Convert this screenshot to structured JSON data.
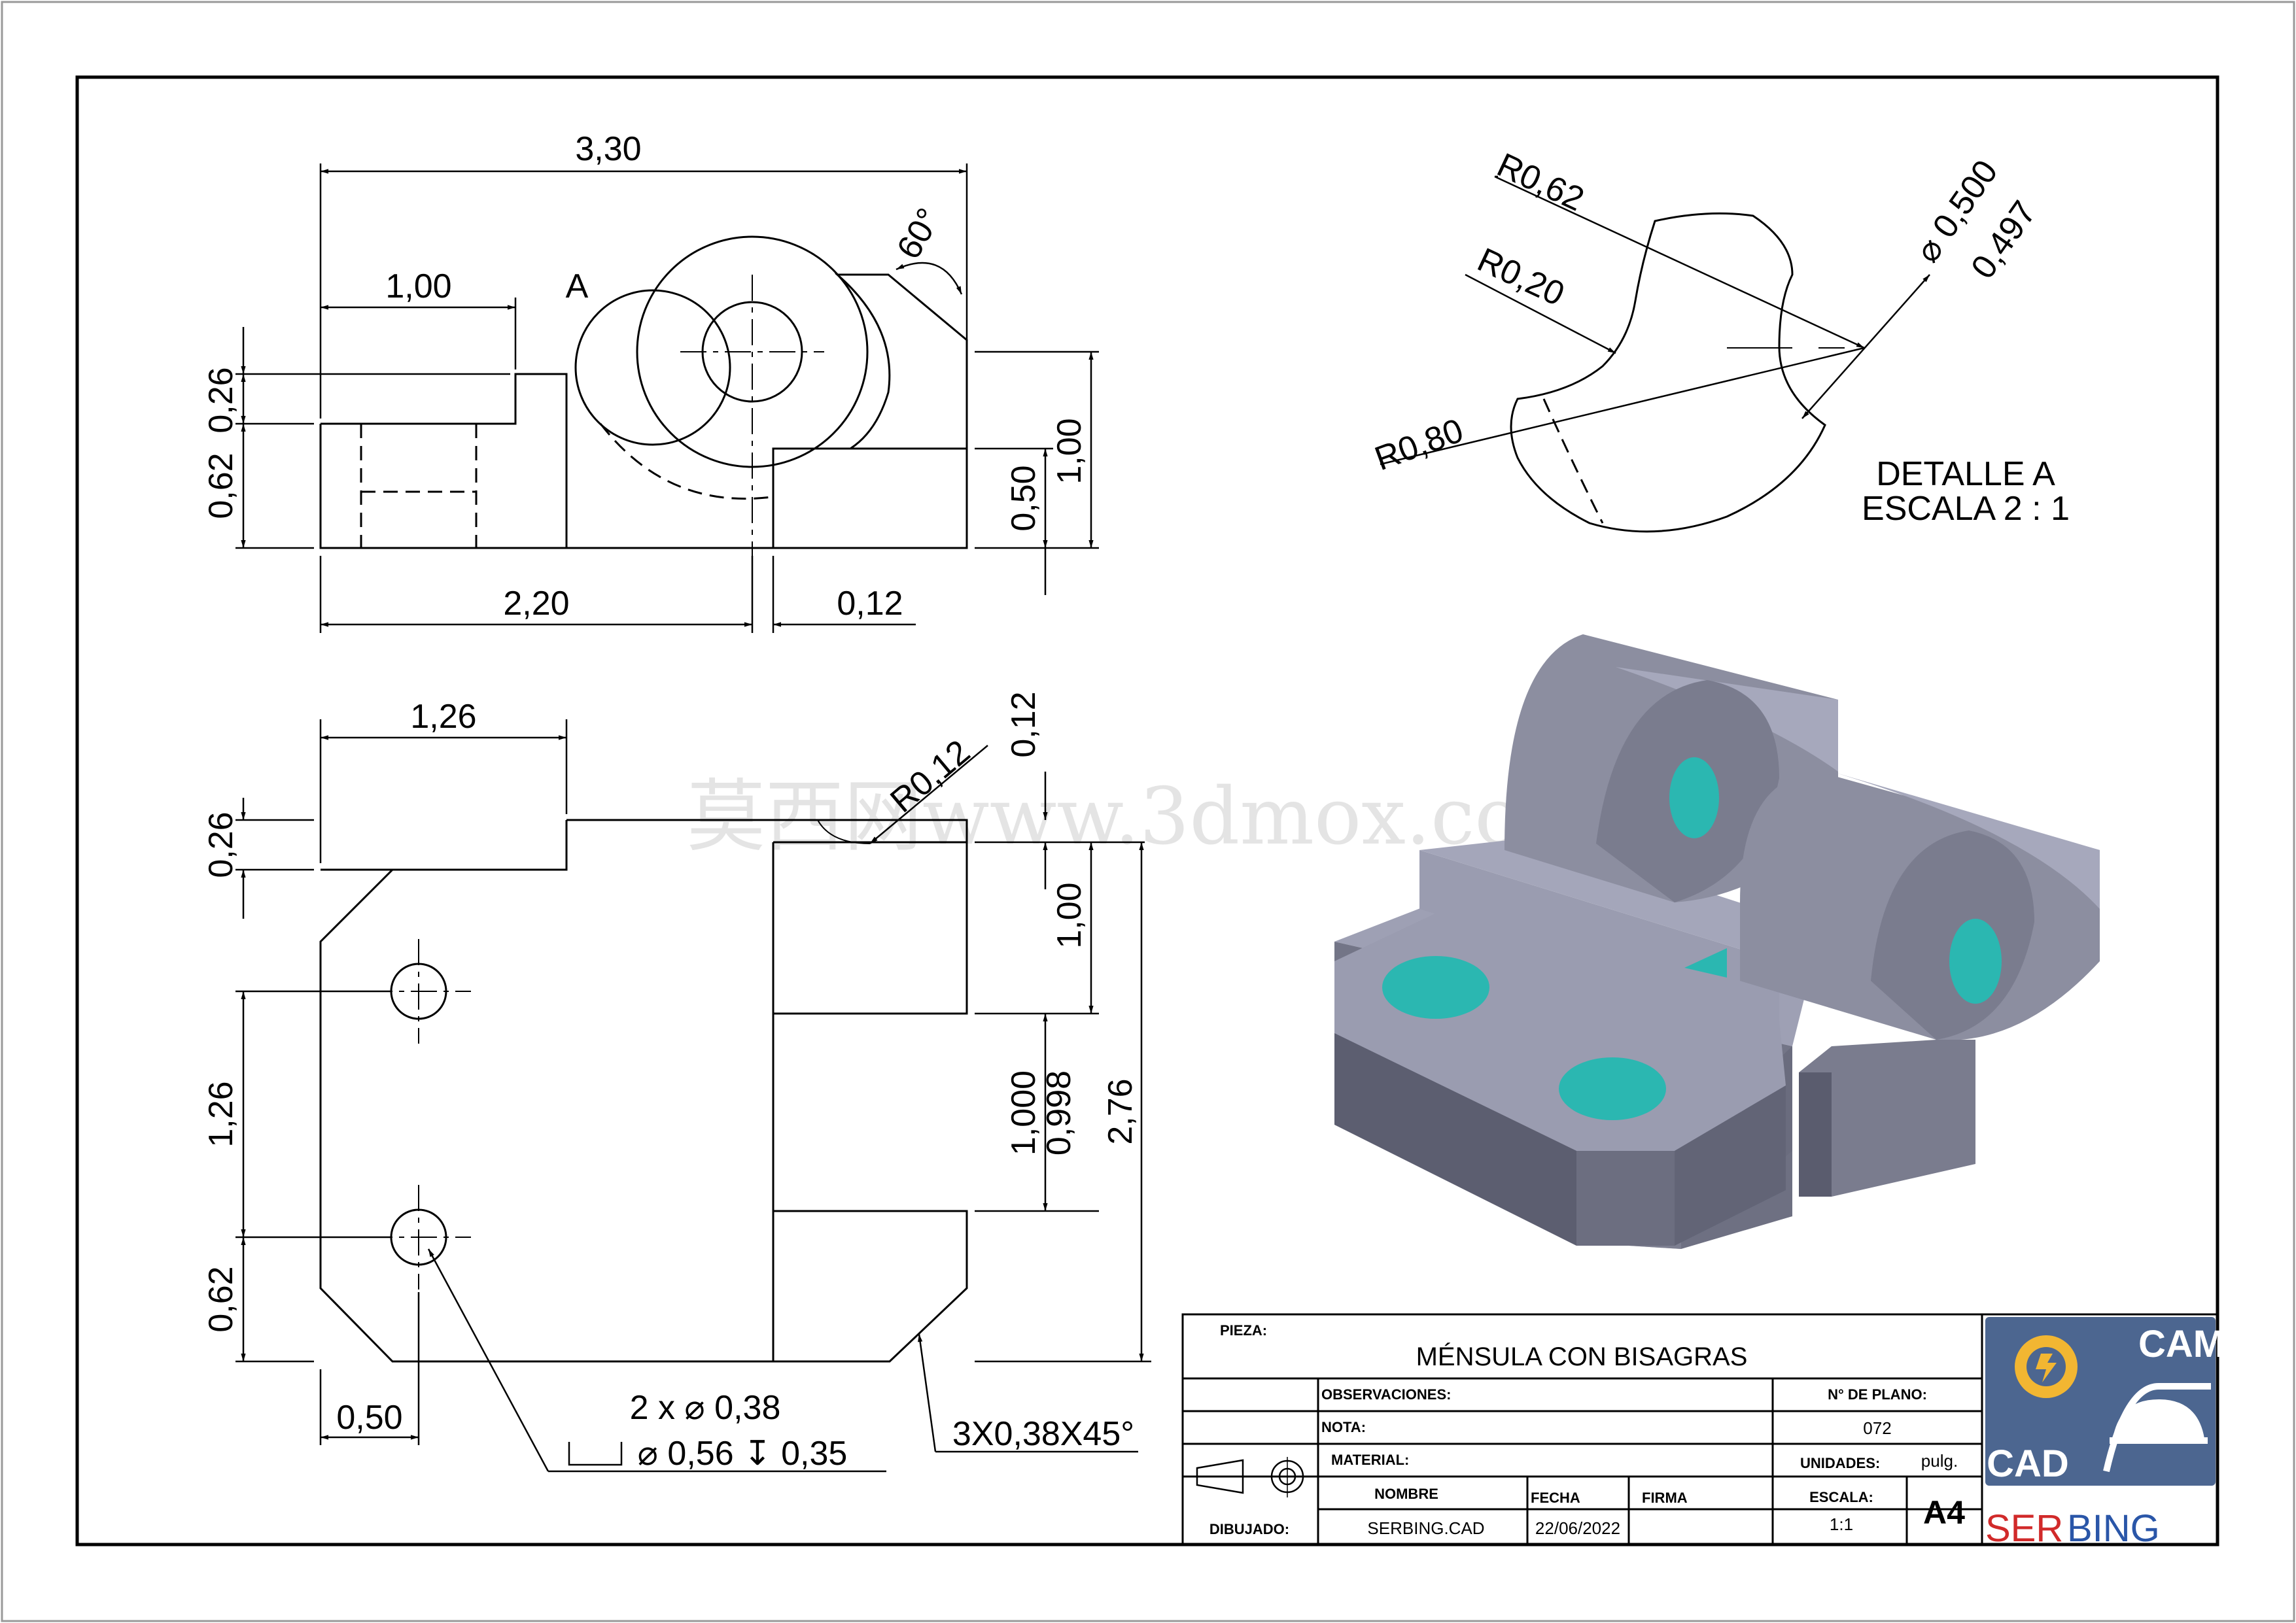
{
  "drawing": {
    "front_view": {
      "overall_width": "3,30",
      "left_block_width": "1,00",
      "detail_label": "A",
      "chamfer_angle": "60°",
      "step_height": "0,26",
      "base_height": "0,62",
      "hole_center_height": "0,50",
      "total_height": "1,00",
      "base_length": "2,20",
      "offset": "0,12"
    },
    "top_view": {
      "tab_width": "1,26",
      "tab_height": "0,26",
      "fillet_radius": "R0,12",
      "slot_depth": "0,12",
      "lug_width": "1,00",
      "hole_spacing": "1,26",
      "hole_edge": "0,62",
      "gap_upper": "1,000",
      "gap_lower": "0,998",
      "overall_depth": "2,76",
      "hole_x": "0,50",
      "chamfer_note": "3X0,38X45°",
      "hole_note_line1": "2 x ⌀ 0,38",
      "hole_note_line2": "⌀ 0,56 ↧ 0,35"
    },
    "detail": {
      "r1": "R0,62",
      "r2": "R0,20",
      "r3": "R0,80",
      "dia_upper": "⌀ 0,500",
      "dia_lower": "0,497",
      "title_line1": "DETALLE A",
      "title_line2": "ESCALA 2 : 1"
    },
    "watermark": "莫西网www.3dmox.com"
  },
  "title_block": {
    "pieza_label": "PIEZA:",
    "part_name": "MÉNSULA CON BISAGRAS",
    "observaciones_label": "OBSERVACIONES:",
    "nota_label": "NOTA:",
    "material_label": "MATERIAL:",
    "plano_label": "N° DE PLANO:",
    "plano_value": "072",
    "unidades_label": "UNIDADES:",
    "unidades_value": "pulg.",
    "nombre_label": "NOMBRE",
    "fecha_label": "FECHA",
    "firma_label": "FIRMA",
    "escala_label": "ESCALA:",
    "escala_value": "1:1",
    "size": "A4",
    "dibujado_label": "DIBUJADO:",
    "nombre_value": "SERBING.CAD",
    "fecha_value": "22/06/2022",
    "logo_cam": "CAM",
    "logo_cad": "CAD",
    "brand_ser": "SER",
    "brand_bing": "BING",
    "colors": {
      "logo_bg": "#4c6690",
      "brand_red": "#d12a2a",
      "brand_blue": "#2a56a8",
      "model_gray": "#8c8ea0",
      "hole_teal": "#2bb7b1"
    }
  }
}
